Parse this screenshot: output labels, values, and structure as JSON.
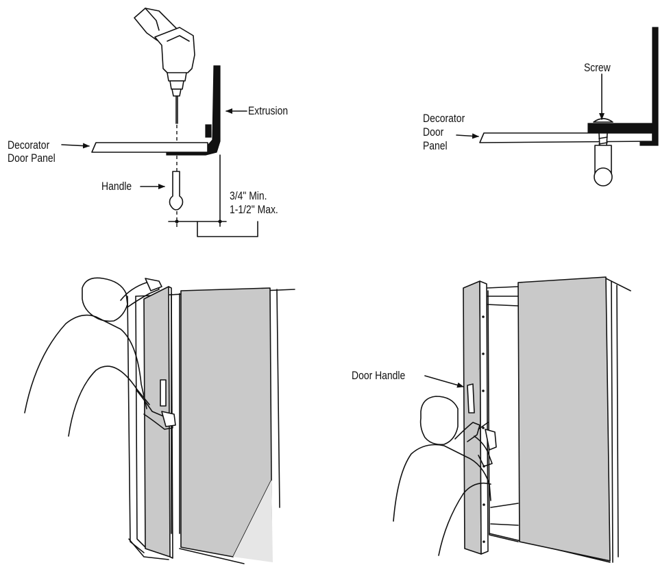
{
  "labels": {
    "extrusion": "Extrusion",
    "decorator_door_panel_left_line1": "Decorator",
    "decorator_door_panel_left_line2": "Door Panel",
    "handle": "Handle",
    "dimension_min": "3/4\" Min.",
    "dimension_max": "1-1/2\" Max.",
    "screw": "Screw",
    "decorator_right_line1": "Decorator",
    "decorator_right_line2": "Door",
    "decorator_right_line3": "Panel",
    "door_handle": "Door Handle"
  },
  "colors": {
    "ink": "#111111",
    "panel_fill": "#c9c9c9",
    "background": "#ffffff"
  }
}
